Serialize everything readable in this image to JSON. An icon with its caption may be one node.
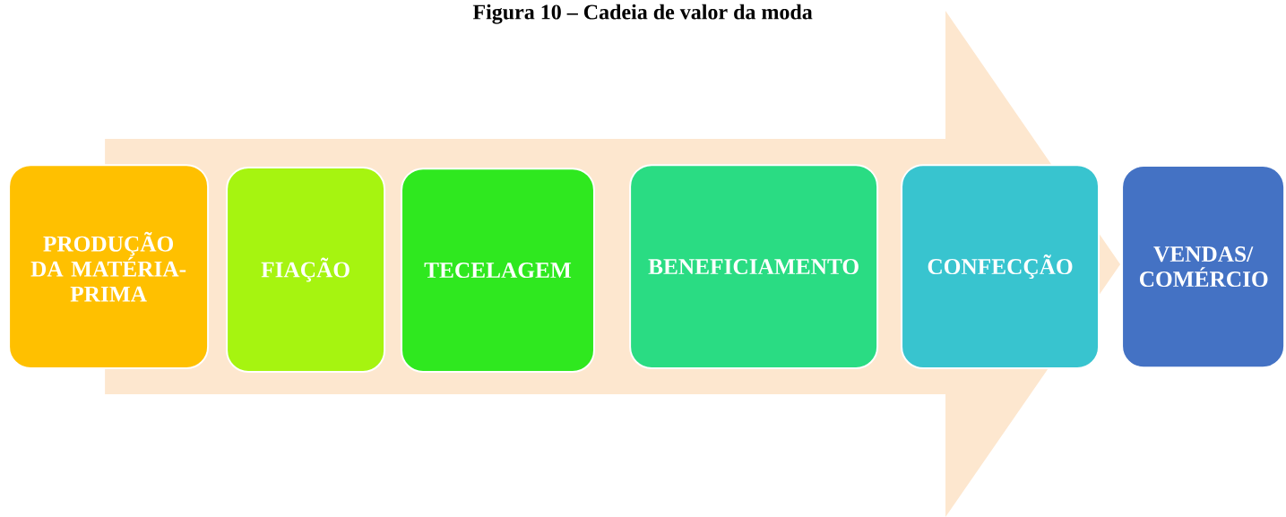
{
  "diagram": {
    "title": "Figura 10 – Cadeia de valor da moda",
    "nodes": [
      {
        "text": [
          "PRODUÇÃO DA MATÉRIA-PRIMA"
        ]
      },
      {
        "text": [
          "FIAÇÃO"
        ]
      },
      {
        "text": [
          "TECELAGEM"
        ]
      },
      {
        "text": [
          "BENEFICIAMENTO"
        ]
      },
      {
        "text": [
          "CONFECÇÃO"
        ]
      },
      {
        "text": [
          "VENDAS/ COMÉRCIO"
        ]
      }
    ],
    "edges": [
      {
        "from": 0,
        "to": 5,
        "arrow": "to"
      }
    ]
  }
}
